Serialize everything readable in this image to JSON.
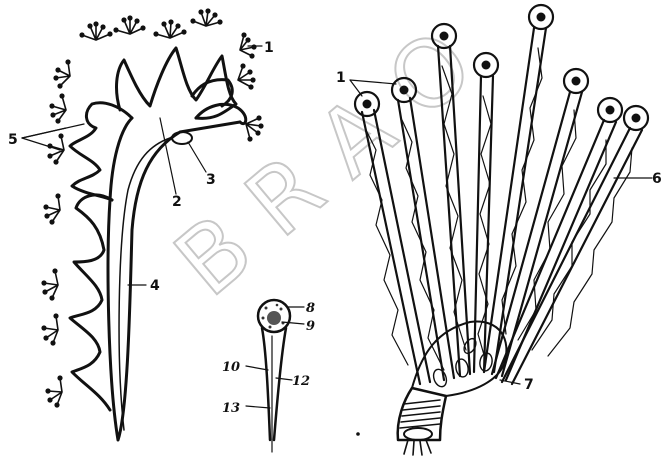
{
  "diagram": {
    "watermark_text": "B R A O",
    "labels": {
      "l1a": "1",
      "l1b": "1",
      "l2": "2",
      "l3": "3",
      "l4": "4",
      "l5": "5",
      "l6": "6",
      "l7": "7",
      "l8": "8",
      "l9": "9",
      "l10": "10",
      "l12": "12",
      "l13": "13"
    }
  }
}
